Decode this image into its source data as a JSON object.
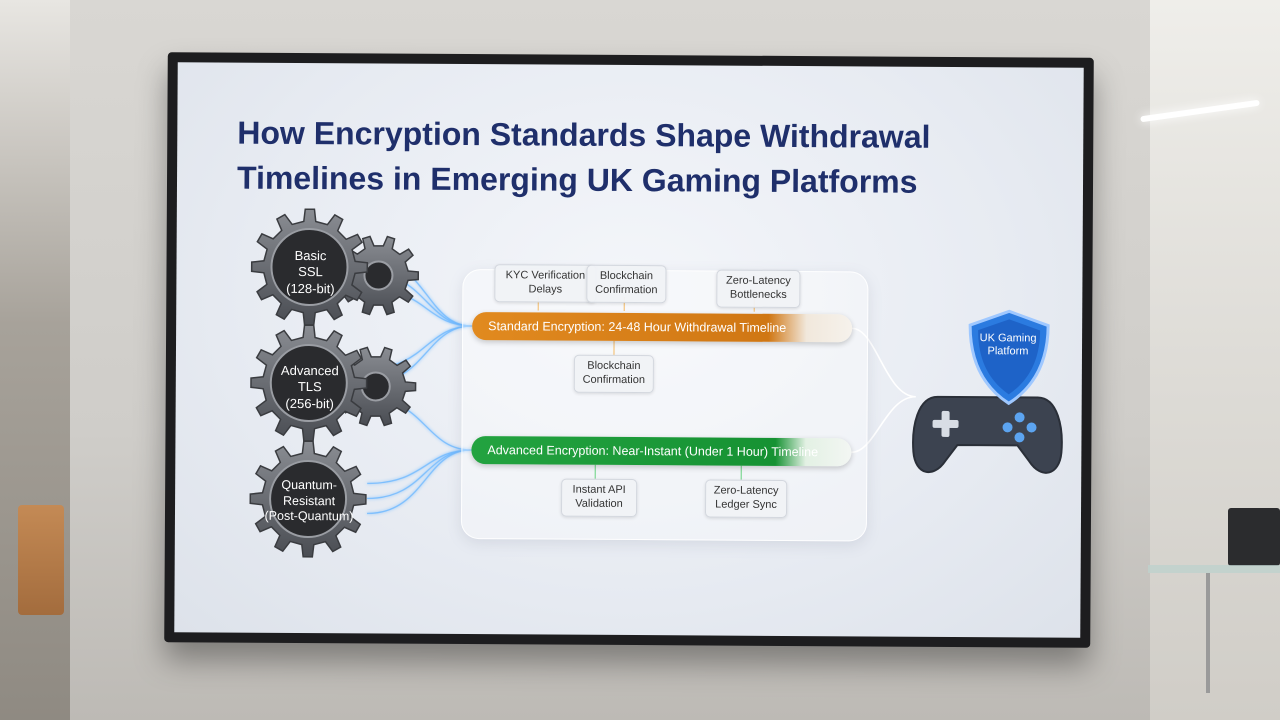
{
  "title": {
    "line1": "How Encryption Standards Shape Withdrawal",
    "line2": "Timelines in Emerging UK Gaming Platforms"
  },
  "gears": [
    {
      "lines": [
        "Basic",
        "SSL",
        "(128-bit)"
      ]
    },
    {
      "lines": [
        "Advanced",
        "TLS",
        "(256-bit)"
      ]
    },
    {
      "lines": [
        "Quantum-",
        "Resistant",
        "(Post-Quantum)"
      ]
    }
  ],
  "process": {
    "top_tags": [
      {
        "lines": [
          "KYC Verification",
          "Delays"
        ]
      },
      {
        "lines": [
          "Blockchain",
          "Confirmation"
        ]
      },
      {
        "lines": [
          "Zero-Latency",
          "Bottlenecks"
        ]
      }
    ],
    "standard_bar": "Standard Encryption: 24-48 Hour Withdrawal Timeline",
    "middle_tag": {
      "lines": [
        "Blockchain",
        "Confirmation"
      ]
    },
    "advanced_bar": "Advanced Encryption: Near-Instant (Under 1 Hour) Timeline",
    "bottom_tags": [
      {
        "lines": [
          "Instant API",
          "Validation"
        ]
      },
      {
        "lines": [
          "Zero-Latency",
          "Ledger Sync"
        ]
      }
    ]
  },
  "platform": {
    "lines": [
      "UK Gaming",
      "Platform"
    ]
  },
  "icons": [
    "gear-icon",
    "game-controller-icon",
    "shield-icon"
  ],
  "colors": {
    "title": "#1f2f6b",
    "standard": "#d07714",
    "advanced": "#169233",
    "shield": "#1e63c8",
    "controller": "#3c4350",
    "gear": "#5c5f65",
    "gear_core": "#2a2b2e",
    "glow": "#6fb8ff"
  }
}
